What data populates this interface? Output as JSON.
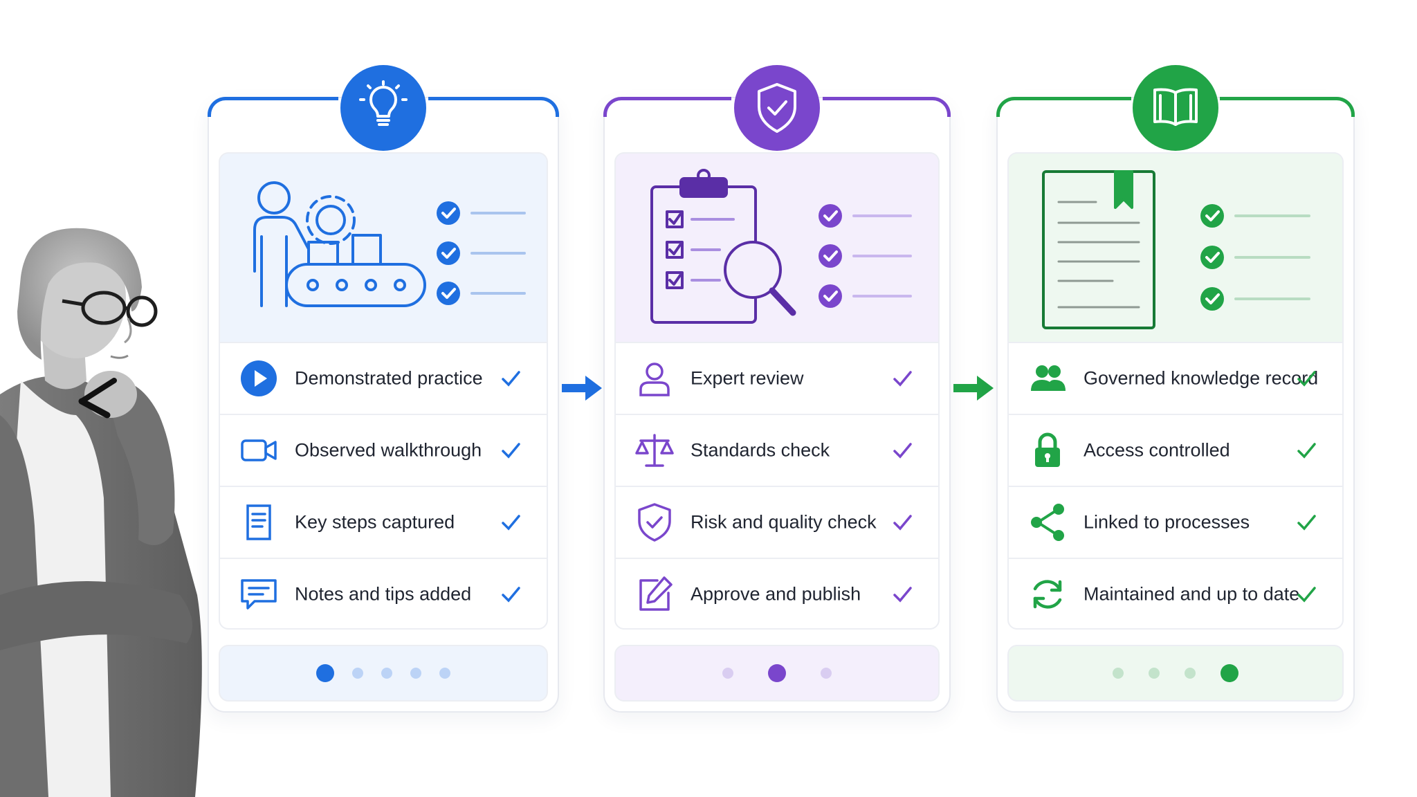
{
  "panels": [
    {
      "id": "capture",
      "accent": "#1f6fe0",
      "badge_icon": "lightbulb-icon",
      "illustration": "worker-gear-conveyor-illustration",
      "items": [
        {
          "icon": "play-icon",
          "label": "Demonstrated practice"
        },
        {
          "icon": "video-camera-icon",
          "label": "Observed walkthrough"
        },
        {
          "icon": "document-icon",
          "label": "Key steps captured"
        },
        {
          "icon": "chat-bubble-icon",
          "label": "Notes and tips added"
        }
      ],
      "dots": {
        "count": 5,
        "active": 0
      }
    },
    {
      "id": "validate",
      "accent": "#7a46cc",
      "badge_icon": "shield-check-icon",
      "illustration": "clipboard-magnifier-illustration",
      "items": [
        {
          "icon": "person-icon",
          "label": "Expert review"
        },
        {
          "icon": "scales-icon",
          "label": "Standards check"
        },
        {
          "icon": "shield-check-icon",
          "label": "Risk and quality check"
        },
        {
          "icon": "edit-icon",
          "label": "Approve and publish"
        }
      ],
      "dots": {
        "count": 3,
        "active": 1
      }
    },
    {
      "id": "govern",
      "accent": "#21a447",
      "badge_icon": "open-book-icon",
      "illustration": "bookmarked-document-illustration",
      "items": [
        {
          "icon": "people-icon",
          "label": "Governed knowledge record"
        },
        {
          "icon": "padlock-icon",
          "label": "Access controlled"
        },
        {
          "icon": "share-nodes-icon",
          "label": "Linked to processes"
        },
        {
          "icon": "refresh-icon",
          "label": "Maintained and up to date"
        }
      ],
      "dots": {
        "count": 4,
        "active": 3
      }
    }
  ],
  "arrows": [
    {
      "from": "capture",
      "to": "validate",
      "color": "#1f6fe0"
    },
    {
      "from": "validate",
      "to": "govern",
      "color": "#21a447"
    }
  ],
  "person": {
    "icon": "thinking-woman-photo"
  }
}
